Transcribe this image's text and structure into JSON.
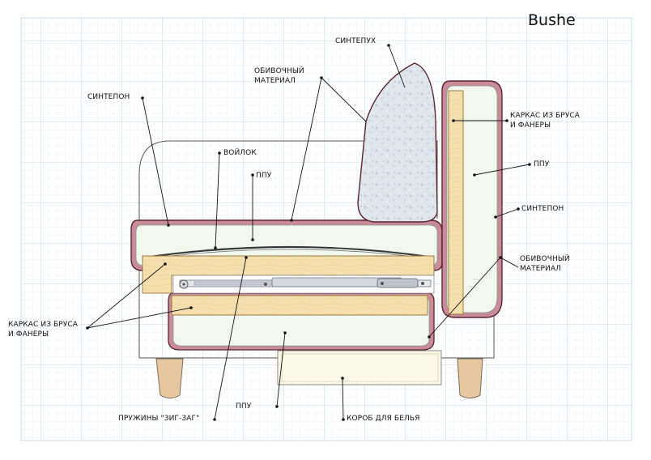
{
  "brand": "Bushe",
  "labels": {
    "sintepukh": "СИНТЕПУХ",
    "obivochny_top_1": "ОБИВОЧНЫЙ",
    "obivochny_top_2": "МАТЕРИАЛ",
    "sintepon_left": "СИНТЕПОН",
    "karkas_right_1": "КАРКАС ИЗ БРУСА",
    "karkas_right_2": "И ФАНЕРЫ",
    "voylok": "ВОЙЛОК",
    "ppu_center": "ППУ",
    "ppu_right": "ППУ",
    "sintepon_right": "СИНТЕПОН",
    "obivochny_right_1": "ОБИВОЧНЫЙ",
    "obivochny_right_2": "МАТЕРИАЛ",
    "karkas_left_1": "КАРКАС ИЗ БРУСА",
    "karkas_left_2": "И ФАНЕРЫ",
    "ppu_bottom": "ППУ",
    "pruzhiny": "ПРУЖИНЫ \"ЗИГ-ЗАГ\"",
    "korob": "КОРОБ ДЛЯ БЕЛЬЯ"
  }
}
